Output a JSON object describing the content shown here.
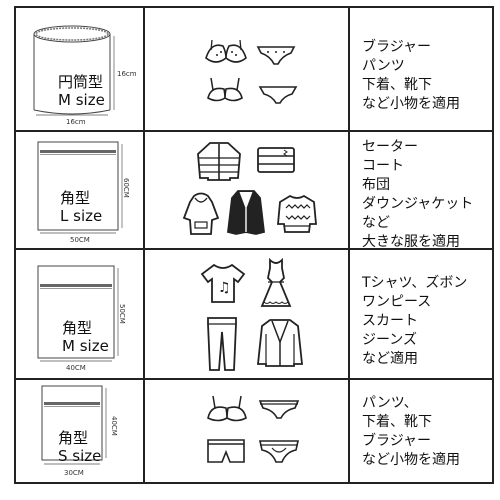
{
  "rows": [
    {
      "bag": {
        "shape": "円筒型",
        "size": "M size",
        "width": "16cm",
        "height": "16cm"
      },
      "icons": [
        "bra-icon",
        "panties-icon",
        "bra-icon",
        "panties-icon"
      ],
      "desc": [
        "ブラジャー",
        "パンツ",
        "下着、靴下",
        "など小物を適用"
      ]
    },
    {
      "bag": {
        "shape": "角型",
        "size": "L size",
        "width": "50CM",
        "height": "60CM"
      },
      "icons": [
        "down-jacket-icon",
        "folded-blanket-icon",
        "hoodie-icon",
        "coat-icon",
        "sweater-icon"
      ],
      "desc": [
        "セーター",
        "コート",
        "布団",
        "ダウンジャケット",
        "など",
        "大きな服を適用"
      ]
    },
    {
      "bag": {
        "shape": "角型",
        "size": "M size",
        "width": "40CM",
        "height": "50CM"
      },
      "icons": [
        "tshirt-icon",
        "dress-icon",
        "jeans-icon",
        "suit-jacket-icon"
      ],
      "desc": [
        "Tシャツ、ズボン",
        "ワンピース",
        "スカート",
        "ジーンズ",
        "など適用"
      ]
    },
    {
      "bag": {
        "shape": "角型",
        "size": "S size",
        "width": "30CM",
        "height": "40CM"
      },
      "icons": [
        "bra-icon",
        "briefs-icon",
        "boxer-icon",
        "briefs-icon"
      ],
      "desc": [
        "パンツ、",
        "下着、靴下",
        "ブラジャー",
        "など小物を適用"
      ]
    }
  ]
}
